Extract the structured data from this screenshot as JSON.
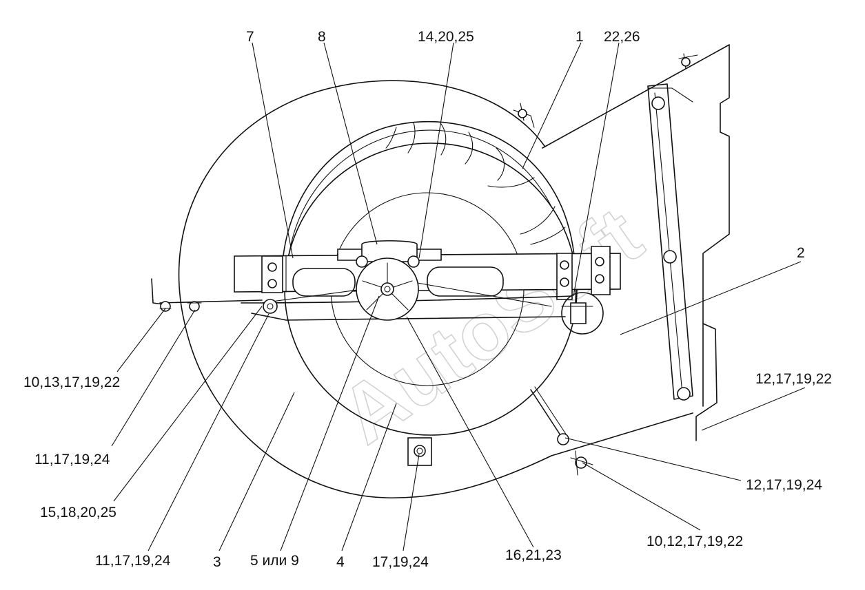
{
  "callouts": [
    {
      "id": "c7",
      "text": "7"
    },
    {
      "id": "c8",
      "text": "8"
    },
    {
      "id": "c14",
      "text": "14,20,25"
    },
    {
      "id": "c1",
      "text": "1"
    },
    {
      "id": "c22",
      "text": "22,26"
    },
    {
      "id": "c2",
      "text": "2"
    },
    {
      "id": "c12a",
      "text": "12,17,19,22"
    },
    {
      "id": "c10a",
      "text": "10,13,17,19,22"
    },
    {
      "id": "c11a",
      "text": "11,17,19,24"
    },
    {
      "id": "c12b",
      "text": "12,17,19,24"
    },
    {
      "id": "c15",
      "text": "15,18,20,25"
    },
    {
      "id": "c10b",
      "text": "10,12,17,19,22"
    },
    {
      "id": "c11b",
      "text": "11,17,19,24"
    },
    {
      "id": "c3",
      "text": "3"
    },
    {
      "id": "c5",
      "text": "5 или 9"
    },
    {
      "id": "c4",
      "text": "4"
    },
    {
      "id": "c17",
      "text": "17,19,24"
    },
    {
      "id": "c16",
      "text": "16,21,23"
    }
  ],
  "watermark": "AutoSoft"
}
